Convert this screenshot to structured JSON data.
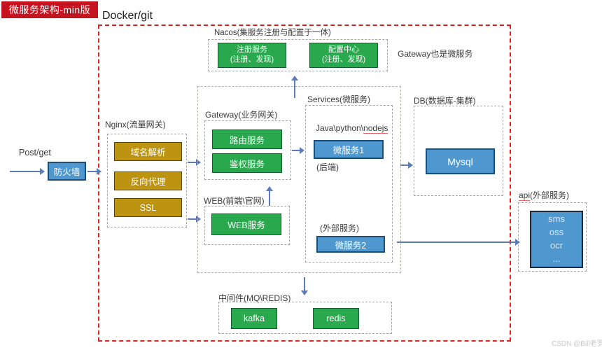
{
  "banner": {
    "title": "微服务架构-min版"
  },
  "docker_label": "Docker/git",
  "notes": {
    "gateway_note": "Gateway也是微服务",
    "post_get": "Post/get",
    "watermark": "CSDN @Bill老罗"
  },
  "firewall": {
    "label": "防火墙"
  },
  "sections": {
    "nacos": {
      "title": "Nacos(集服务注册与配置于一体)",
      "boxes": [
        {
          "line1": "注册服务",
          "line2": "(注册、发现)"
        },
        {
          "line1": "配置中心",
          "line2": "(注册、发现)"
        }
      ]
    },
    "nginx": {
      "title": "Nginx(流量网关)",
      "boxes": [
        "域名解析",
        "反向代理",
        "SSL"
      ]
    },
    "gateway": {
      "title": "Gateway(业务网关)",
      "boxes": [
        "路由服务",
        "鉴权服务"
      ]
    },
    "web": {
      "title": "WEB(前端\\官网)",
      "boxes": [
        "WEB服务"
      ]
    },
    "services": {
      "title": "Services(微服务)",
      "runtime_prefix": "Java\\python\\",
      "runtime_suffix": "nodejs",
      "service1": "微服务1",
      "backend_note": "(后端)",
      "external_note": "(外部服务)",
      "service2": "微服务2"
    },
    "db": {
      "title": "DB(数据库-集群)",
      "box": "Mysql"
    },
    "api": {
      "title_prefix": "api",
      "title_suffix": "(外部服务)",
      "lines": [
        "sms",
        "oss",
        "ocr",
        "..."
      ]
    },
    "middleware": {
      "title": "中间件(MQ\\REDIS)",
      "boxes": [
        "kafka",
        "redis"
      ]
    }
  },
  "colors": {
    "banner_red": "#c41420",
    "boundary_red": "#e02020",
    "node_green": "#29a84e",
    "node_gold": "#bd9412",
    "node_blue": "#4f98cf",
    "arrow_blue": "#5b7cb8"
  }
}
